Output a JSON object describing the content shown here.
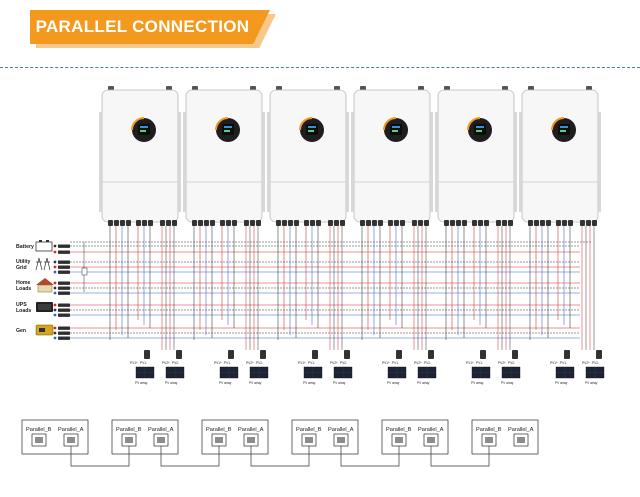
{
  "header": {
    "title": "PARALLEL CONNECTION"
  },
  "sources": [
    {
      "id": "battery",
      "label": "Battery"
    },
    {
      "id": "grid",
      "label": "Utility\nGrid"
    },
    {
      "id": "home",
      "label": "Home\nLoads"
    },
    {
      "id": "ups",
      "label": "UPS\nLoads"
    },
    {
      "id": "gen",
      "label": "Gen"
    }
  ],
  "inverter_count": 6,
  "pv": {
    "array_label": "PV array",
    "terminals": [
      "PV1+",
      "PV1-",
      "PV2+",
      "PV2-"
    ]
  },
  "parallel_ports": {
    "b_label": "Parallel_B",
    "a_label": "Parallel_A"
  },
  "colors": {
    "banner": "#f39a1e",
    "dashed_divider": "#3f83b6",
    "inverter_body": "#f7f7f7",
    "display": "#1e1e1e",
    "display_accent": "#f39a1e",
    "red_wire": "#d9252b",
    "blue_wire": "#2b63c9",
    "black_wire": "#333333",
    "pv_panel": "#1d2433"
  }
}
